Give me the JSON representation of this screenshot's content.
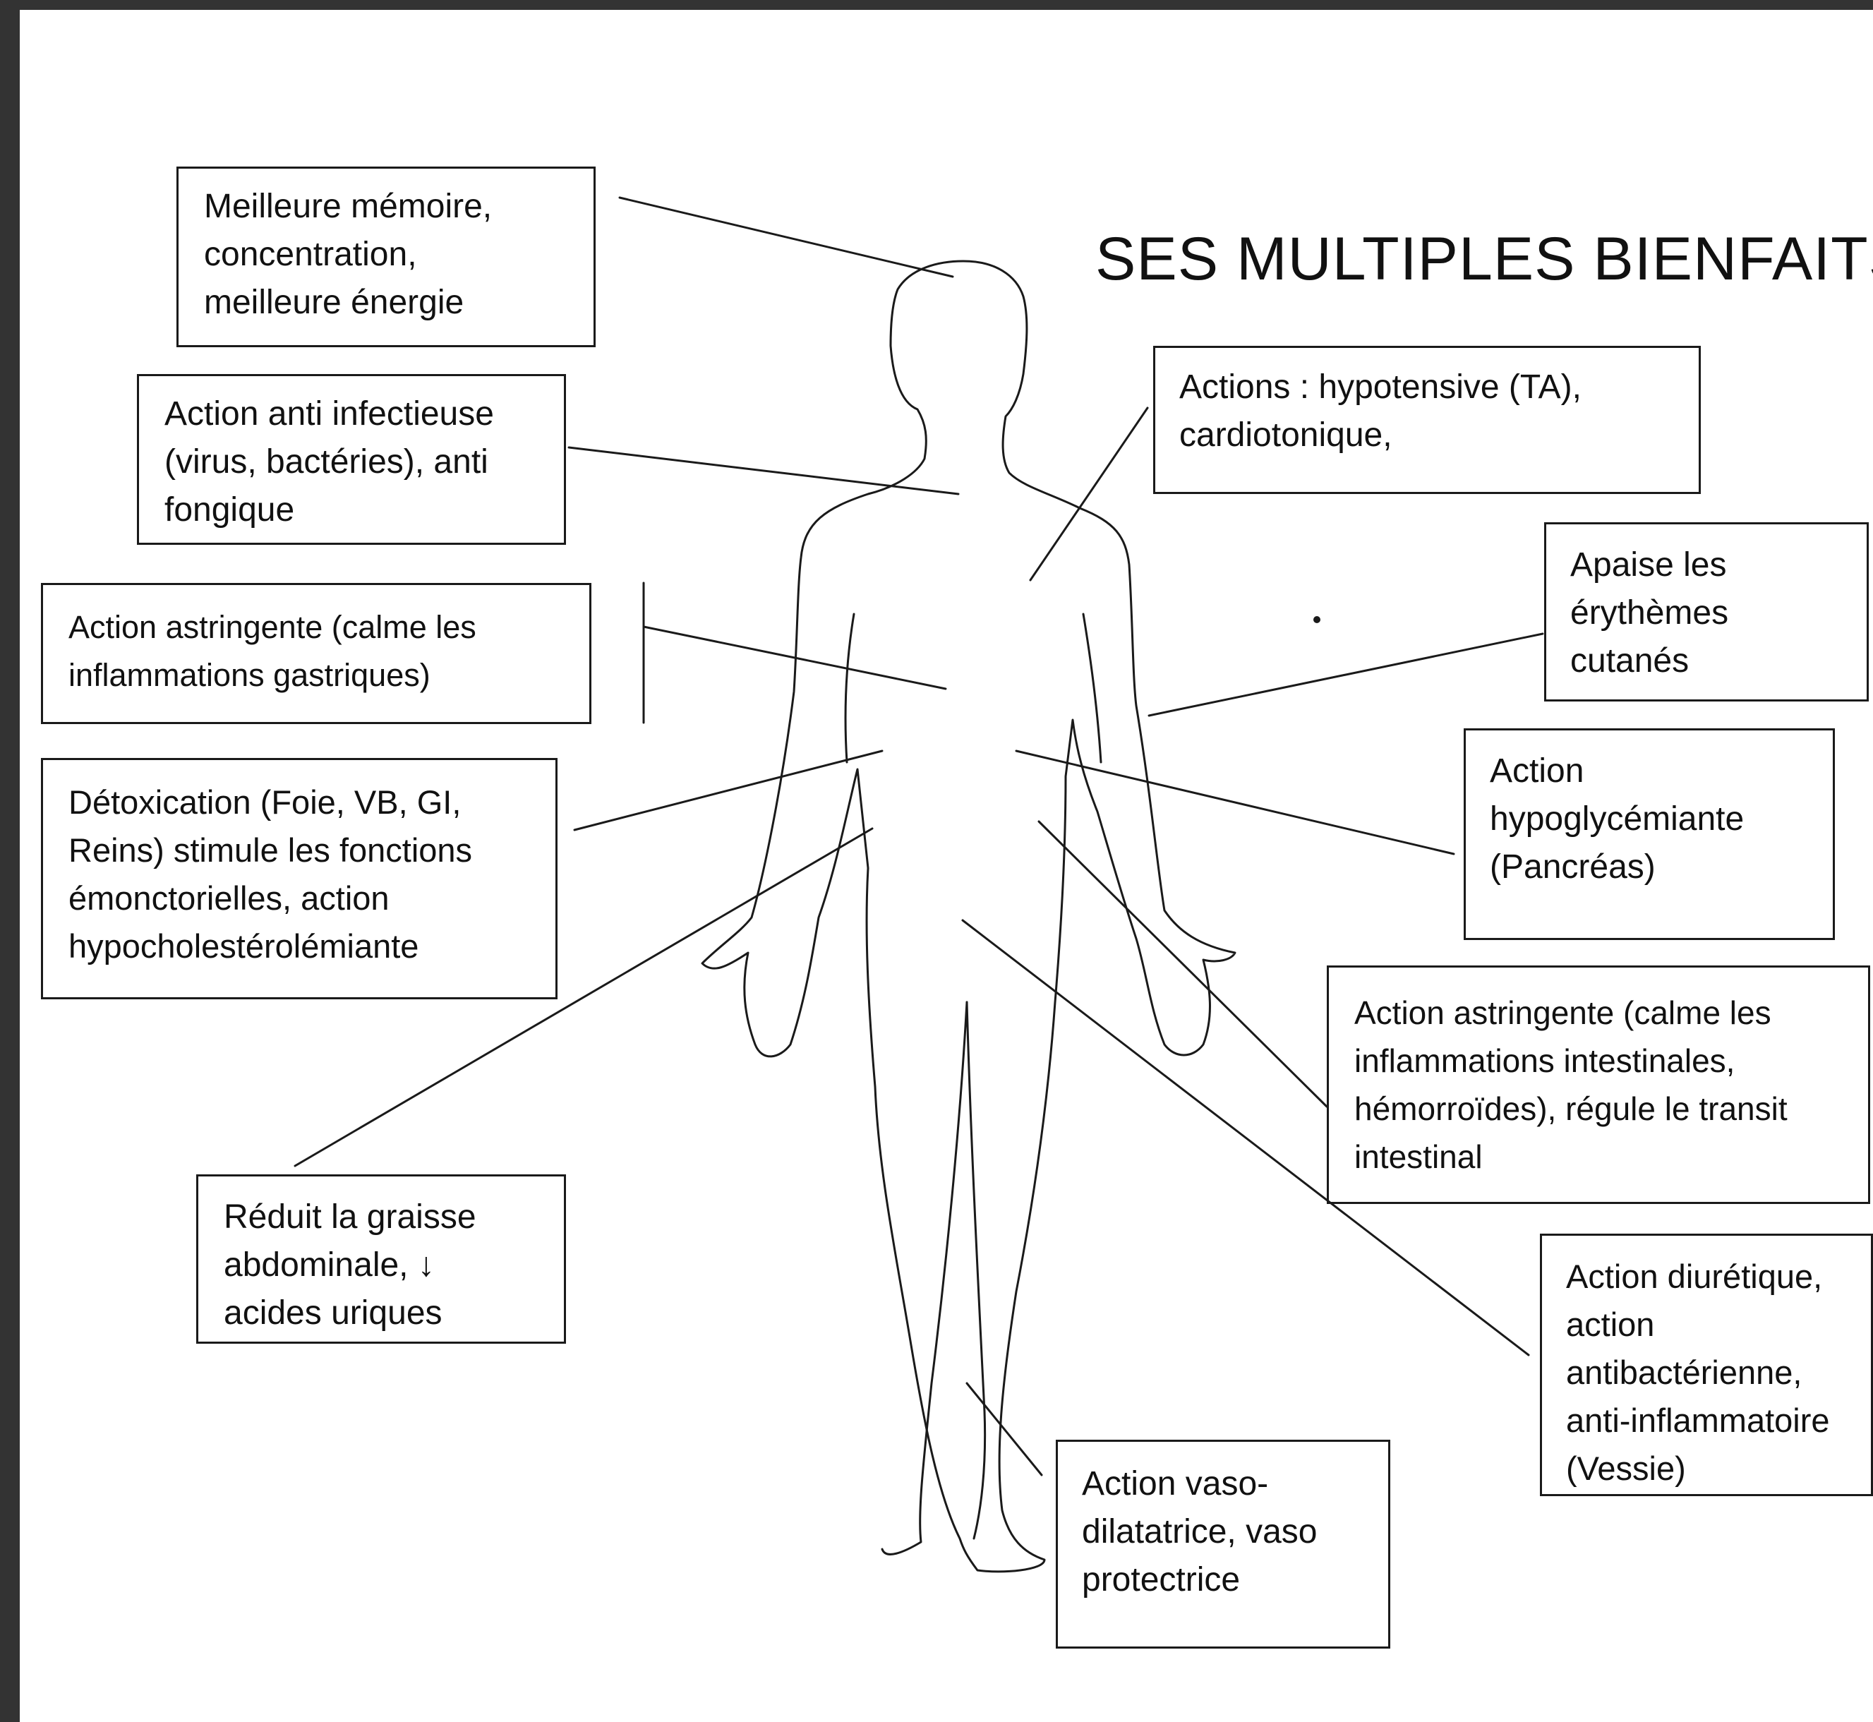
{
  "title": "SES MULTIPLES BIENFAITS",
  "labels": {
    "memoire": "Meilleure mémoire,\nconcentration,\nmeilleure énergie",
    "infectieuse": "Action anti infectieuse\n(virus, bactéries), anti\nfongique",
    "astringente_gastrique": "Action astringente (calme les\ninflammations gastriques)",
    "detoxication": "Détoxication (Foie, VB, GI,\nReins) stimule les fonctions\némonctorielles, action\nhypocholestérolémiante",
    "graisse": "Réduit la graisse\nabdominale, ↓\nacides uriques",
    "hypotensive": "Actions : hypotensive (TA),\ncardiotonique,",
    "erythemes": "Apaise les\nérythèmes\ncutanés",
    "hypoglycemiante": "Action\nhypoglycémiante\n(Pancréas)",
    "astringente_intestinale": "Action astringente (calme les\ninflammations intestinales,\nhémorroïdes), régule le transit\nintestinal",
    "diuretique": "Action diurétique,\naction\nantibactérienne,\nanti-inflammatoire\n(Vessie)",
    "vaso": "Action vaso-\ndilatatrice, vaso\nprotectrice"
  },
  "colors": {
    "ink": "#1a1a1a",
    "paper": "#ffffff",
    "frame": "#2b2b2b"
  }
}
